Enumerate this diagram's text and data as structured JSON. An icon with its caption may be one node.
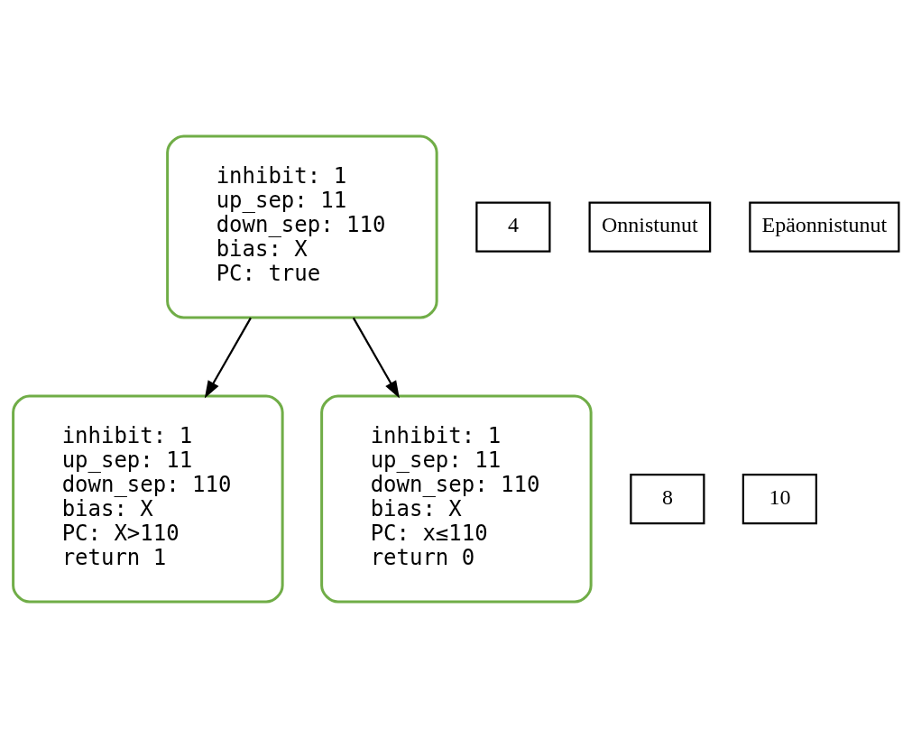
{
  "diagram": {
    "nodes": [
      {
        "text": [
          "inhibit: 1",
          "up_sep: 11",
          "down_sep: 110",
          "bias: X",
          "PC: true"
        ]
      },
      {
        "text": [
          "4"
        ]
      },
      {
        "text": [
          "inhibit: 1",
          "up_sep: 11",
          "down_sep: 110",
          "bias: X",
          "PC: X>110",
          "return 1"
        ]
      },
      {
        "text": [
          "8"
        ]
      },
      {
        "text": [
          "Onnistunut"
        ]
      },
      {
        "text": [
          "inhibit: 1",
          "up_sep: 11",
          "down_sep: 110",
          "bias: X",
          "PC: x≤110",
          "return 0"
        ]
      },
      {
        "text": [
          "10"
        ]
      },
      {
        "text": [
          "Epäonnistunut"
        ]
      }
    ],
    "edges": [
      {
        "from": 0,
        "to": 2,
        "arrow": "to"
      },
      {
        "from": 0,
        "to": 5,
        "arrow": "to"
      }
    ]
  }
}
